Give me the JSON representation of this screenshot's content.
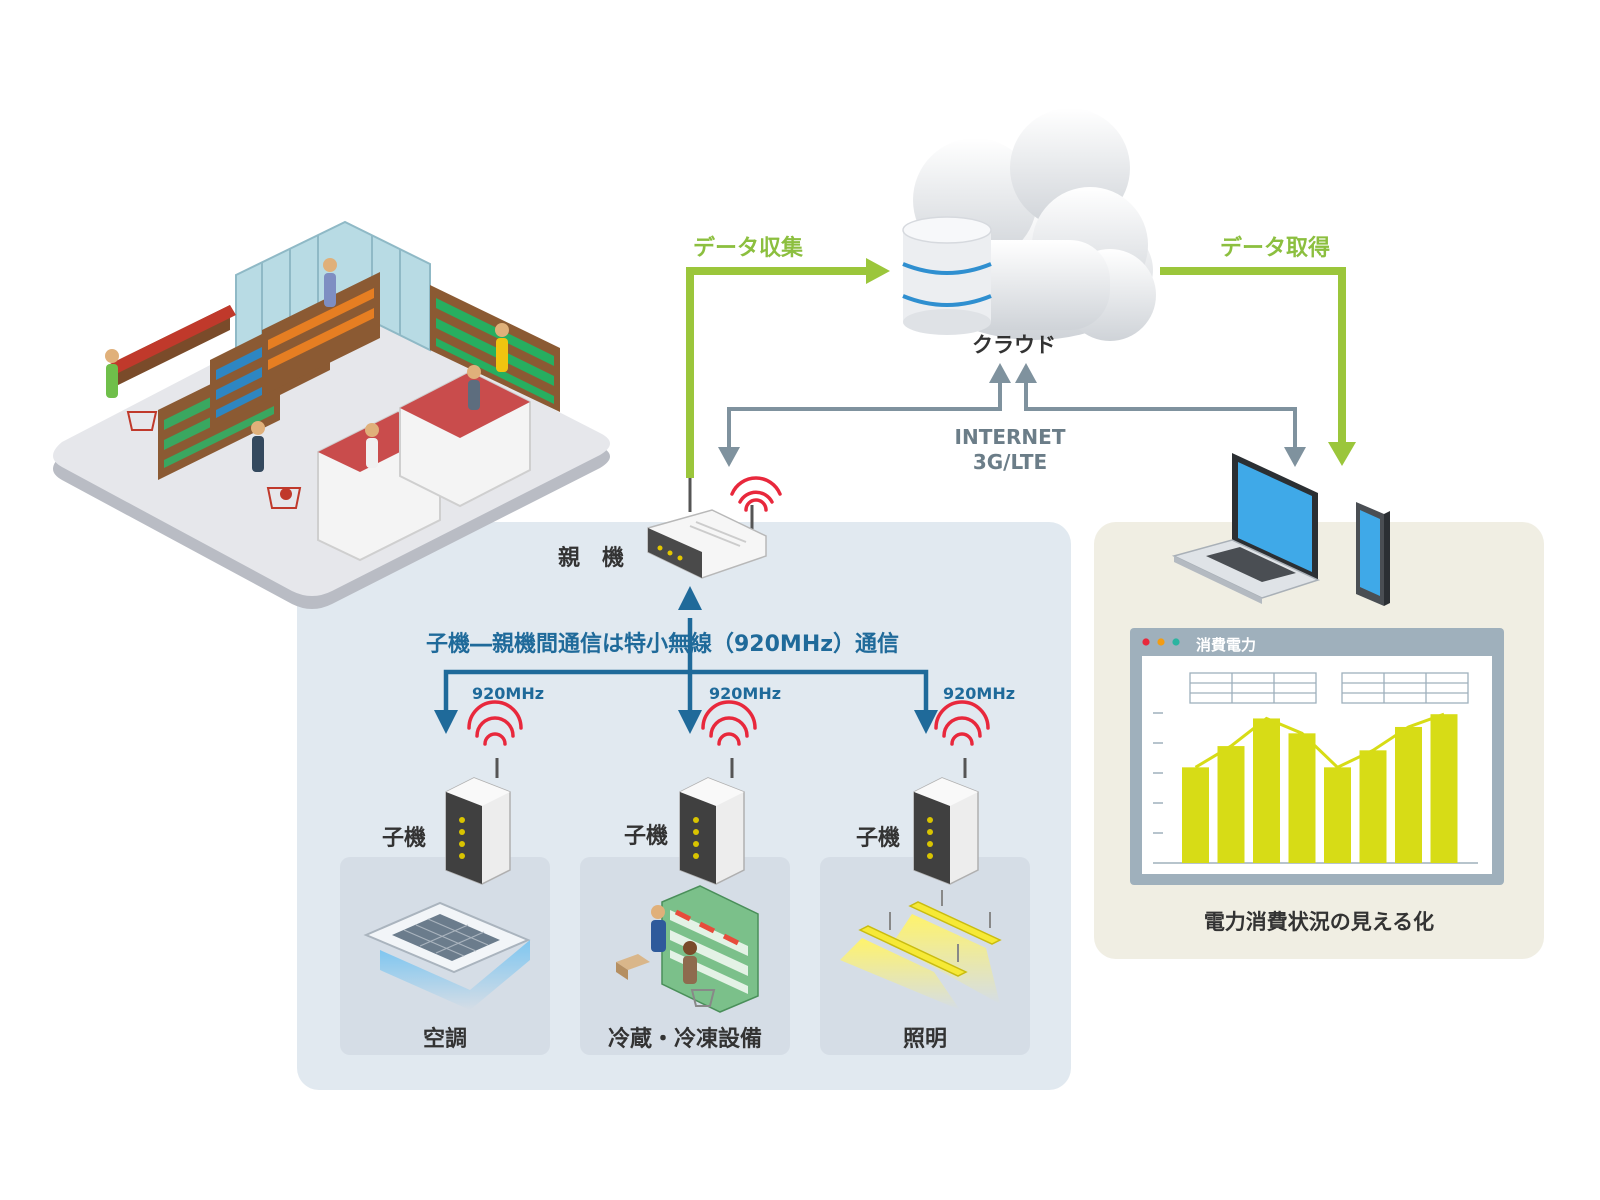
{
  "labels": {
    "data_collect": "データ収集",
    "data_acquire": "データ取得",
    "cloud": "クラウド",
    "internet_line1": "INTERNET",
    "internet_line2": "3G/LTE",
    "parent_unit": "親　機",
    "comm_note": "子機―親機間通信は特小無線（920MHz）通信",
    "freq": "920MHz",
    "child_unit": "子機",
    "aircon": "空調",
    "refrigeration": "冷蔵・冷凍設備",
    "lighting": "照明",
    "window_title": "消費電力",
    "visualization": "電力消費状況の見える化"
  },
  "colors": {
    "green_arrow": "#9bc63b",
    "blue_arrow": "#1f6a9a",
    "gray_arrow": "#7f929e",
    "wave_red": "#e8283c",
    "bar_fill": "#d7dc16",
    "panel_blue": "#e1e9f0",
    "panel_beige": "#f0eee3"
  },
  "icons": [
    "store-illustration-icon",
    "cloud-icon",
    "database-icon",
    "router-icon",
    "wireless-wave-icon",
    "sensor-unit-icon",
    "ceiling-aircon-icon",
    "refrigerated-showcase-icon",
    "ceiling-light-icon",
    "laptop-icon",
    "smartphone-icon"
  ],
  "chart_data": {
    "type": "bar",
    "title": "消費電力",
    "values": [
      0.45,
      0.55,
      0.68,
      0.61,
      0.45,
      0.53,
      0.64,
      0.7
    ],
    "xlabel": "",
    "ylabel": "",
    "grid": false
  }
}
